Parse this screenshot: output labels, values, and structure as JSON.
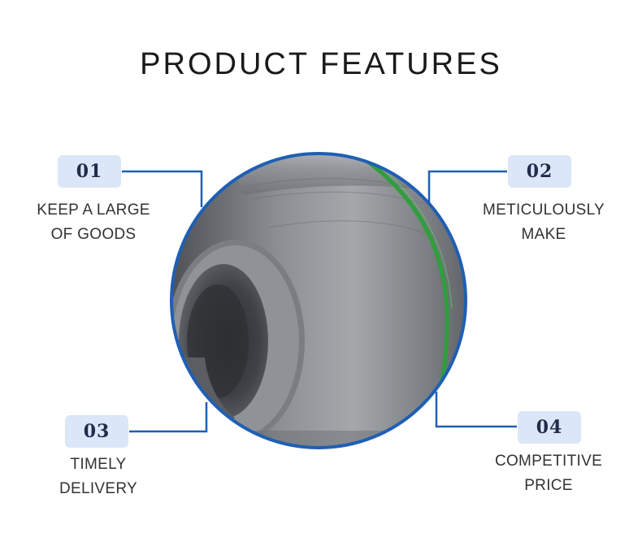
{
  "title": "PRODUCT FEATURES",
  "features": [
    {
      "number": "01",
      "line1": "KEEP A LARGE",
      "line2": "OF GOODS"
    },
    {
      "number": "02",
      "line1": "METICULOUSLY",
      "line2": "MAKE"
    },
    {
      "number": "03",
      "line1": "TIMELY",
      "line2": "DELIVERY"
    },
    {
      "number": "04",
      "line1": "COMPETITIVE",
      "line2": "PRICE"
    }
  ],
  "colors": {
    "accent": "#1f5fb4",
    "badge_bg": "#dbe6f8",
    "steel": "#8a8d91",
    "strap": "#2f9e3c"
  },
  "image": {
    "subject": "steel-coil-photo"
  }
}
